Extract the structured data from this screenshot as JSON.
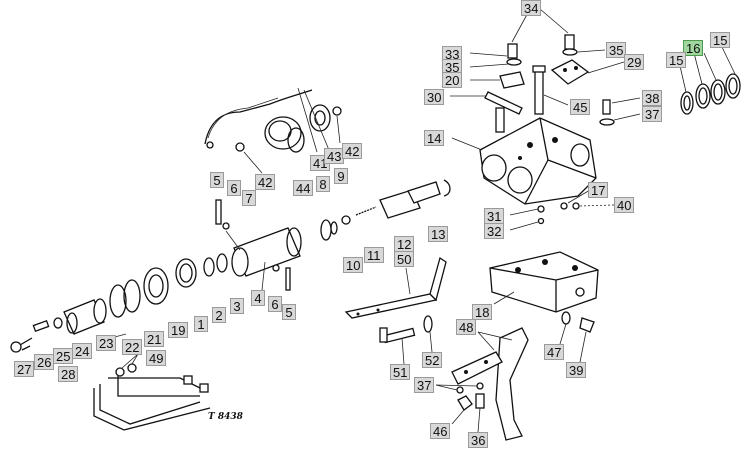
{
  "diagram": {
    "drawing_ref": "T 8438",
    "highlight_color": "#9fd79f",
    "label_color": "#d8d8d8",
    "labels": [
      {
        "id": "l34",
        "text": "34"
      },
      {
        "id": "l33",
        "text": "33"
      },
      {
        "id": "l35a",
        "text": "35"
      },
      {
        "id": "l35b",
        "text": "35"
      },
      {
        "id": "l20",
        "text": "20"
      },
      {
        "id": "l29",
        "text": "29"
      },
      {
        "id": "l16",
        "text": "16",
        "highlight": true
      },
      {
        "id": "l15a",
        "text": "15"
      },
      {
        "id": "l15b",
        "text": "15"
      },
      {
        "id": "l30",
        "text": "30"
      },
      {
        "id": "l45",
        "text": "45"
      },
      {
        "id": "l38",
        "text": "38"
      },
      {
        "id": "l37a",
        "text": "37"
      },
      {
        "id": "l14",
        "text": "14"
      },
      {
        "id": "l42a",
        "text": "42"
      },
      {
        "id": "l41",
        "text": "41"
      },
      {
        "id": "l43",
        "text": "43"
      },
      {
        "id": "l42b",
        "text": "42"
      },
      {
        "id": "l44",
        "text": "44"
      },
      {
        "id": "l5a",
        "text": "5"
      },
      {
        "id": "l6a",
        "text": "6"
      },
      {
        "id": "l7",
        "text": "7"
      },
      {
        "id": "l8",
        "text": "8"
      },
      {
        "id": "l9",
        "text": "9"
      },
      {
        "id": "l17",
        "text": "17"
      },
      {
        "id": "l40",
        "text": "40"
      },
      {
        "id": "l31",
        "text": "31"
      },
      {
        "id": "l32",
        "text": "32"
      },
      {
        "id": "l13",
        "text": "13"
      },
      {
        "id": "l12",
        "text": "12"
      },
      {
        "id": "l11",
        "text": "11"
      },
      {
        "id": "l10",
        "text": "10"
      },
      {
        "id": "l50",
        "text": "50"
      },
      {
        "id": "l4",
        "text": "4"
      },
      {
        "id": "l6b",
        "text": "6"
      },
      {
        "id": "l5b",
        "text": "5"
      },
      {
        "id": "l3",
        "text": "3"
      },
      {
        "id": "l2",
        "text": "2"
      },
      {
        "id": "l1",
        "text": "1"
      },
      {
        "id": "l19",
        "text": "19"
      },
      {
        "id": "l21",
        "text": "21"
      },
      {
        "id": "l22",
        "text": "22"
      },
      {
        "id": "l23",
        "text": "23"
      },
      {
        "id": "l24",
        "text": "24"
      },
      {
        "id": "l25",
        "text": "25"
      },
      {
        "id": "l26",
        "text": "26"
      },
      {
        "id": "l27",
        "text": "27"
      },
      {
        "id": "l28",
        "text": "28"
      },
      {
        "id": "l49",
        "text": "49"
      },
      {
        "id": "l18",
        "text": "18"
      },
      {
        "id": "l48",
        "text": "48"
      },
      {
        "id": "l52",
        "text": "52"
      },
      {
        "id": "l51",
        "text": "51"
      },
      {
        "id": "l37b",
        "text": "37"
      },
      {
        "id": "l47",
        "text": "47"
      },
      {
        "id": "l39",
        "text": "39"
      },
      {
        "id": "l46",
        "text": "46"
      },
      {
        "id": "l36",
        "text": "36"
      }
    ]
  }
}
